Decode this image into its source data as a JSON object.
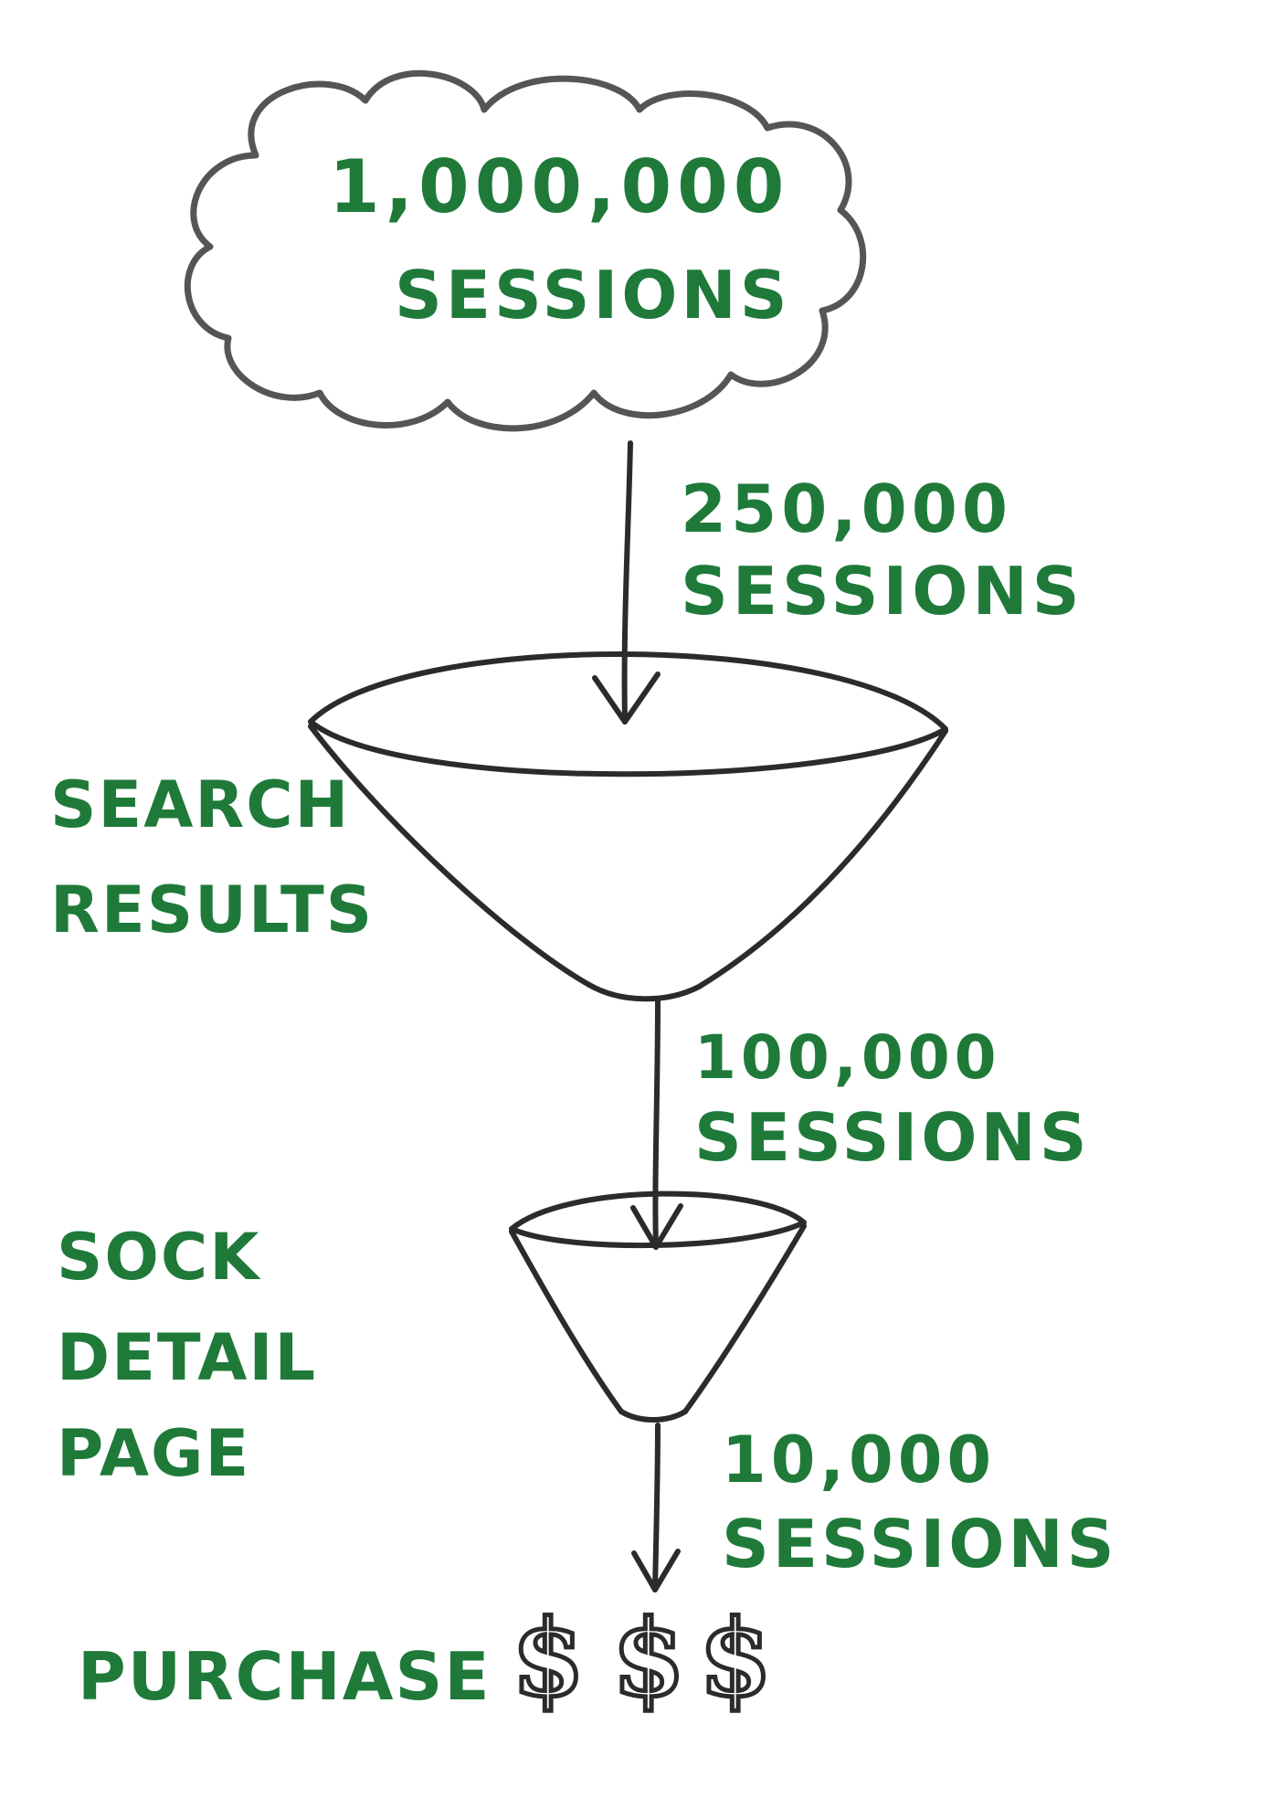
{
  "colors": {
    "ink": "#2b2b2b",
    "label_green": "#1f7a3a",
    "background": "#ffffff"
  },
  "cloud": {
    "count": "1,000,000",
    "unit": "SESSIONS"
  },
  "flow_top": {
    "count": "250,000",
    "unit": "SESSIONS"
  },
  "funnel_search": {
    "line1": "SEARCH",
    "line2": "RESULTS"
  },
  "flow_middle": {
    "count": "100,000",
    "unit": "SESSIONS"
  },
  "funnel_detail": {
    "line1": "SOCK",
    "line2": "DETAIL",
    "line3": "PAGE"
  },
  "flow_bottom": {
    "count": "10,000",
    "unit": "SESSIONS"
  },
  "purchase": {
    "label": "PURCHASE",
    "symbols": [
      "$",
      "$",
      "$"
    ]
  }
}
